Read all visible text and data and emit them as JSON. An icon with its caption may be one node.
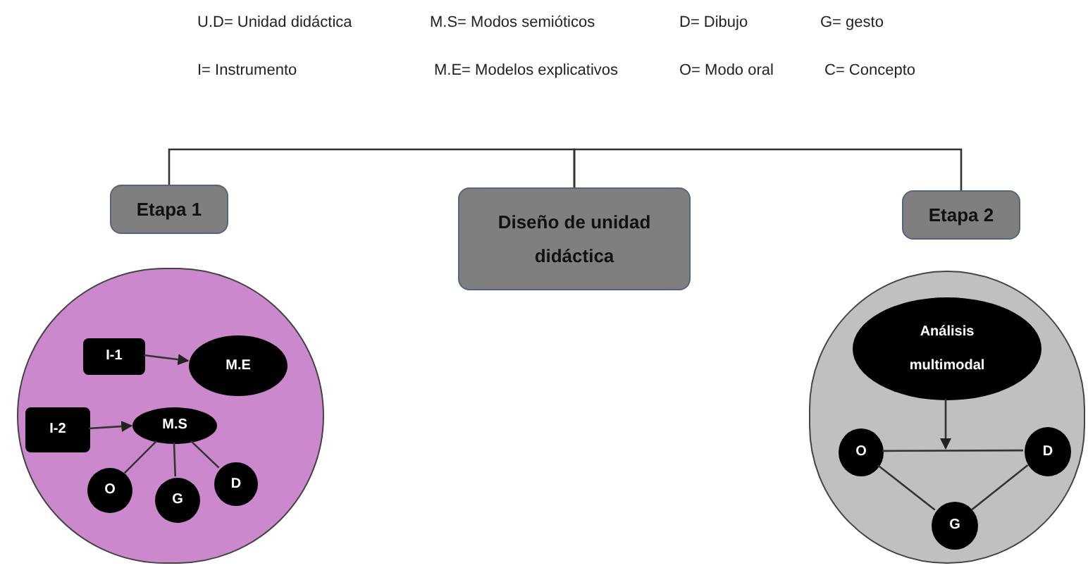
{
  "diagram": {
    "nodes": [
      {
        "text": [
          "Diseño de unidad didáctica"
        ]
      },
      {
        "text": [
          "Etapa 1"
        ]
      },
      {
        "text": [
          "Etapa 2"
        ]
      },
      {
        "text": [],
        "shape": "circle"
      },
      {
        "text": [
          "I-1"
        ],
        "in": 3
      },
      {
        "text": [
          "M.E"
        ],
        "in": 3
      },
      {
        "text": [
          "I-2"
        ],
        "in": 3
      },
      {
        "text": [
          "M.S"
        ],
        "in": 3
      },
      {
        "text": [
          "O"
        ],
        "in": 3
      },
      {
        "text": [
          "G"
        ],
        "in": 3
      },
      {
        "text": [
          "D"
        ],
        "in": 3
      },
      {
        "text": [],
        "shape": "circle"
      },
      {
        "text": [
          "Análisis multimodal"
        ],
        "in": 11
      },
      {
        "text": [
          "O"
        ],
        "in": 11
      },
      {
        "text": [
          "D"
        ],
        "in": 11
      },
      {
        "text": [
          "G"
        ],
        "in": 11
      }
    ],
    "edges": [
      {
        "from": 0,
        "to": 1,
        "arrow": "none"
      },
      {
        "from": 0,
        "to": 2,
        "arrow": "none"
      },
      {
        "from": 4,
        "to": 5,
        "arrow": "to"
      },
      {
        "from": 6,
        "to": 7,
        "arrow": "to"
      },
      {
        "from": 7,
        "to": 8,
        "arrow": "none"
      },
      {
        "from": 7,
        "to": 9,
        "arrow": "none"
      },
      {
        "from": 7,
        "to": 10,
        "arrow": "none"
      },
      {
        "from": 12,
        "to": null,
        "arrow": "to"
      },
      {
        "from": 13,
        "to": 14,
        "arrow": "none"
      },
      {
        "from": 13,
        "to": 15,
        "arrow": "none"
      },
      {
        "from": 14,
        "to": 15,
        "arrow": "none"
      }
    ],
    "labels": [
      "U.D= Unidad didáctica",
      "M.S= Modos semióticos",
      "D= Dibujo",
      "G= gesto",
      "I= Instrumento",
      "M.E= Modelos explicativos",
      "O= Modo oral",
      "C= Concepto"
    ]
  }
}
